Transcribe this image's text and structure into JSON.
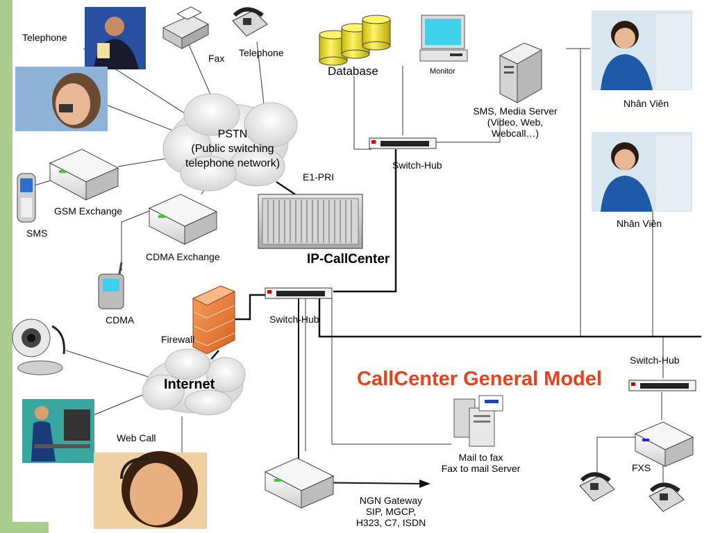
{
  "title": {
    "text": "CallCenter General Model",
    "color": "#e8401c"
  },
  "colors": {
    "left_bar": "#a7cd8f",
    "firewall": "#e67a2e",
    "cloud": "#e4e4e4",
    "monitor_screen": "#3fd0ea"
  },
  "labels": {
    "telephone_left": "Telephone",
    "fax": "Fax",
    "telephone_top": "Telephone",
    "database": "Database",
    "monitor": "Monitor",
    "sms_server": [
      "SMS, Media Server",
      "(Video, Web,",
      "Webcall…)"
    ],
    "agent1": "Nhân Viên",
    "agent2": "Nhân Viên",
    "pstn": [
      "PSTN",
      "(Public switching",
      "telephone network)"
    ],
    "switch_hub_top": "Switch-Hub",
    "e1_pri": "E1-PRI",
    "gsm_exchange": "GSM Exchange",
    "sms": "SMS",
    "cdma_exchange": "CDMA Exchange",
    "ip_callcenter": "IP-CallCenter",
    "cdma": "CDMA",
    "firewall": "Firewall",
    "switch_hub_mid": "Switch-Hub",
    "switch_hub_right": "Switch-Hub",
    "internet": "Internet",
    "web_call": "Web Call",
    "mail_fax": [
      "Mail to fax",
      "Fax to mail Server"
    ],
    "fxs": "FXS",
    "ngn": [
      "NGN Gateway",
      "SIP, MGCP,",
      "H323, C7, ISDN"
    ]
  }
}
